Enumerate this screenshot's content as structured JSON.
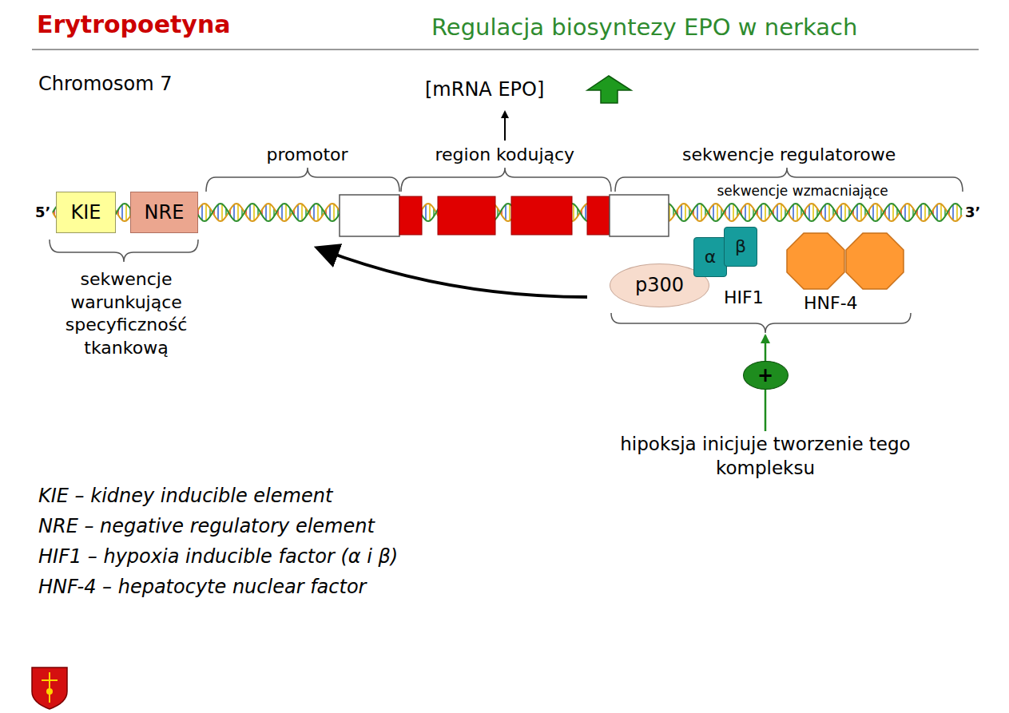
{
  "diagram": {
    "title": "Erytropoetyna",
    "nodes": [
      {
        "text": [
          "KIE"
        ]
      },
      {
        "text": [
          "NRE"
        ]
      },
      {
        "text": [
          "p300"
        ]
      },
      {
        "text": [
          "α"
        ]
      },
      {
        "text": [
          "β"
        ]
      },
      {
        "text": [
          "+"
        ]
      }
    ],
    "labels": [
      "Regulacja biosyntezy EPO w nerkach",
      "Chromosom 7",
      "[mRNA EPO]",
      "promotor",
      "region kodujący",
      "sekwencje regulatorowe",
      "sekwencje wzmacniające",
      "5’",
      "3’",
      "sekwencje warunkujące specyficzność tkankową",
      "HIF1",
      "HNF-4",
      "hipoksja inicjuje tworzenie tego kompleksu",
      "KIE – kidney inducible element",
      "NRE – negative regulatory element",
      "HIF1 – hypoxia inducible factor (α i β)",
      "HNF-4 – hepatocyte nuclear factor"
    ]
  }
}
